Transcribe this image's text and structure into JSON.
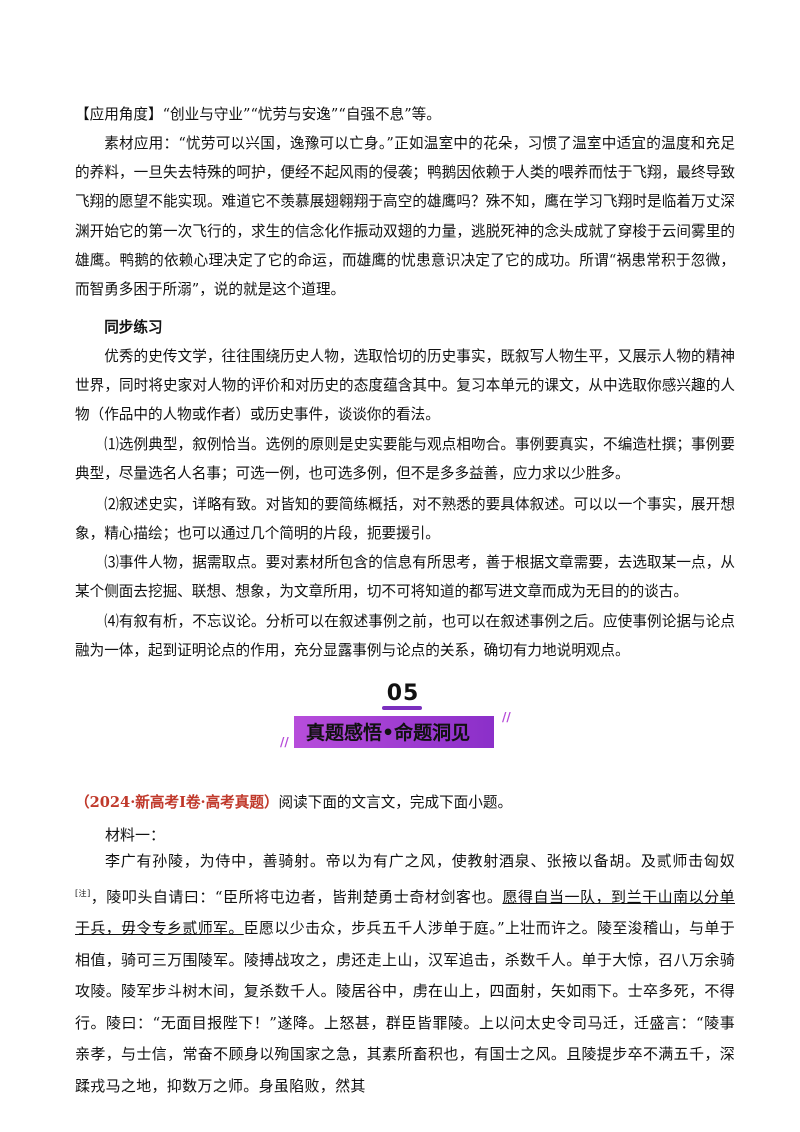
{
  "app_angle": {
    "label": "【应用角度】",
    "text": "“创业与守业”“忧劳与安逸”“自强不息”等。"
  },
  "material_application": "素材应用：“忧劳可以兴国，逸豫可以亡身。”正如温室中的花朵，习惯了温室中适宜的温度和充足的养料，一旦失去特殊的呵护，便经不起风雨的侵袭；鸭鹅因依赖于人类的喂养而怯于飞翔，最终导致飞翔的愿望不能实现。难道它不羡慕展翅翱翔于高空的雄鹰吗？殊不知，鹰在学习飞翔时是临着万丈深渊开始它的第一次飞行的，求生的信念化作振动双翅的力量，逃脱死神的念头成就了穿梭于云间雾里的雄鹰。鸭鹅的依赖心理决定了它的命运，而雄鹰的忧患意识决定了它的成功。所谓“祸患常积于忽微，而智勇多困于所溺”，说的就是这个道理。",
  "sync_title": "同步练习",
  "sync_intro": "优秀的史传文学，往往围绕历史人物，选取恰切的历史事实，既叙写人物生平，又展示人物的精神世界，同时将史家对人物的评价和对历史的态度蕴含其中。复习本单元的课文，从中选取你感兴趣的人物（作品中的人物或作者）或历史事件，谈谈你的看法。",
  "points": [
    "⑴选例典型，叙例恰当。选例的原则是史实要能与观点相吻合。事例要真实，不编造杜撰；事例要典型，尽量选名人名事；可选一例，也可选多例，但不是多多益善，应力求以少胜多。",
    "⑵叙述史实，详略有致。对皆知的要简练概括，对不熟悉的要具体叙述。可以以一个事实，展开想象，精心描绘；也可以通过几个简明的片段，扼要援引。",
    "⑶事件人物，据需取点。要对素材所包含的信息有所思考，善于根据文章需要，去选取某一点，从某个侧面去挖掘、联想、想象，为文章所用，切不可将知道的都写进文章而成为无目的的谈古。",
    "⑷有叙有析，不忘议论。分析可以在叙述事例之前，也可以在叙述事例之后。应使事例论据与论点融为一体，起到证明论点的作用，充分显露事例与论点的关系，确切有力地说明观点。"
  ],
  "section": {
    "number": "05",
    "title": "真题感悟•命题洞见"
  },
  "exam": {
    "source": "（2024·新高考Ⅰ卷·高考真题）",
    "instruction": "阅读下面的文言文，完成下面小题。",
    "material_label": "材料一：",
    "passage_part1": "李广有孙陵，为侍中，善骑射。帝以为有广之风，使教射酒泉、张掖以备胡。及贰师击匈奴",
    "footnote": "[注]",
    "passage_part2": "，陵叩头自请曰：“臣所将屯边者，皆荆楚勇士奇材剑客也。",
    "underlined": "愿得自当一队，到兰干山南以分单于兵，毋令专乡贰师军。",
    "passage_part3": "臣愿以少击众，步兵五千人涉单于庭。”上壮而许之。陵至浚稽山，与单于相值，骑可三万围陵军。陵搏战攻之，虏还走上山，汉军追击，杀数千人。单于大惊，召八万余骑攻陵。陵军步斗树木间，复杀数千人。陵居谷中，虏在山上，四面射，矢如雨下。士卒多死，不得行。陵曰：“无面目报陛下！”遂降。上怒甚，群臣皆罪陵。上以问太史令司马迁，迁盛言：“陵事亲孝，与士信，常奋不顾身以殉国家之急，其素所畜积也，有国士之风。且陵提步卒不满五千，深蹂戎马之地，抑数万之师。身虽陷败，然其"
  }
}
